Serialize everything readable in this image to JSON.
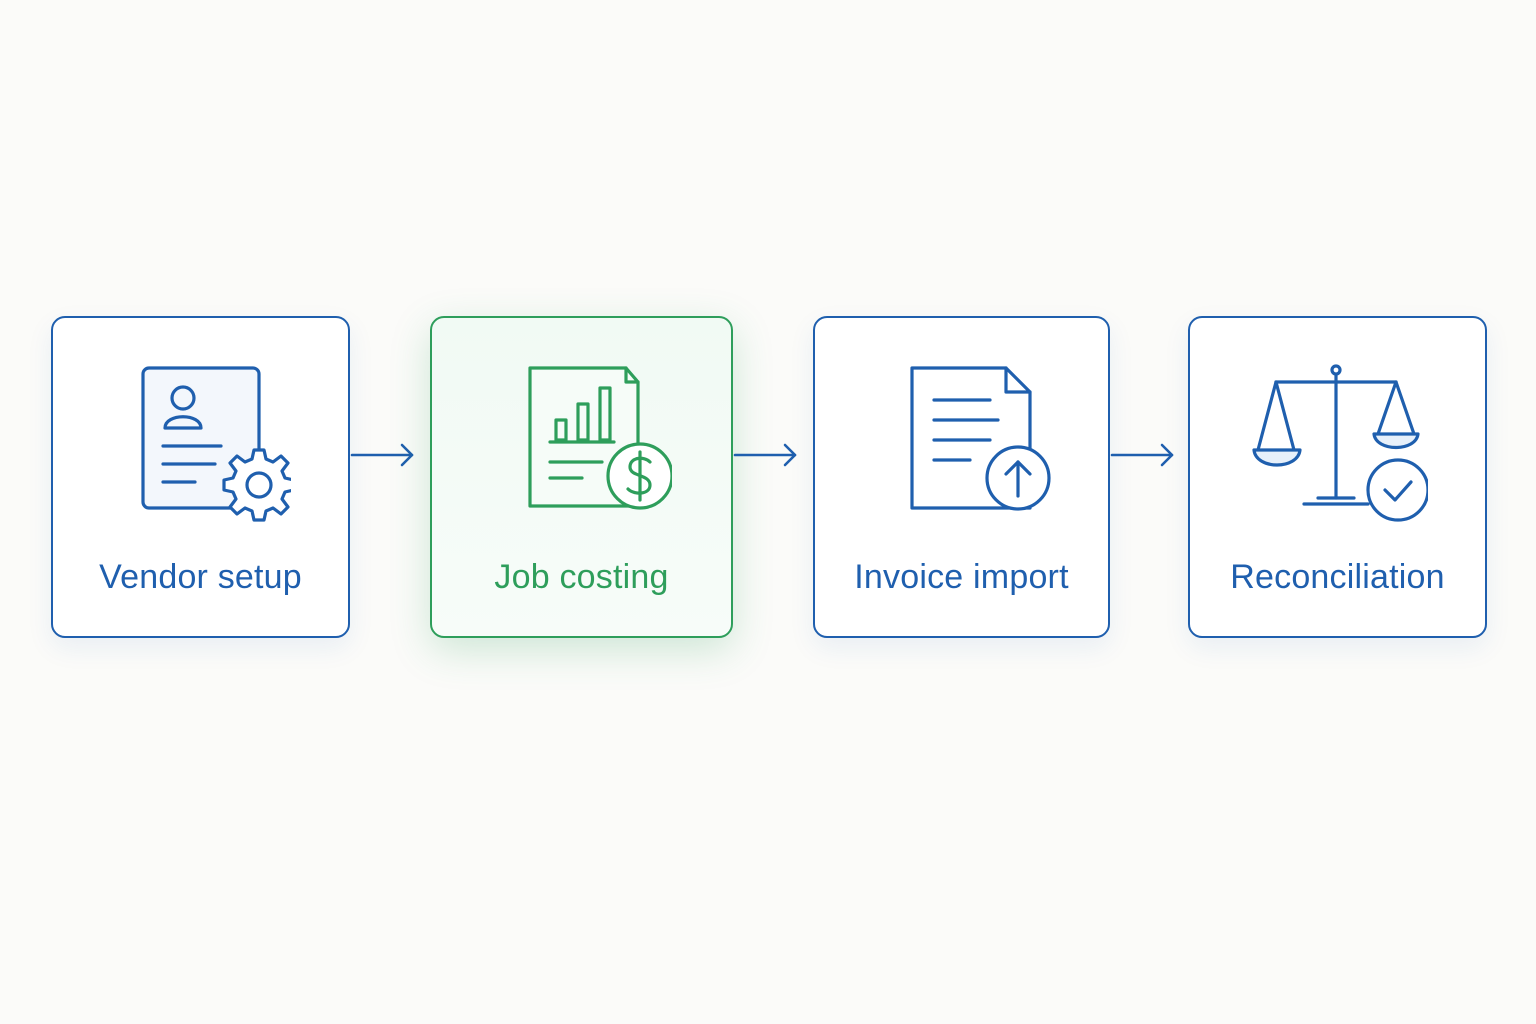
{
  "steps": [
    {
      "label": "Vendor setup",
      "icon": "vendor-profile-gear-icon",
      "active": false
    },
    {
      "label": "Job costing",
      "icon": "chart-dollar-document-icon",
      "active": true
    },
    {
      "label": "Invoice import",
      "icon": "document-upload-icon",
      "active": false
    },
    {
      "label": "Reconciliation",
      "icon": "balance-scale-check-icon",
      "active": false
    }
  ],
  "colors": {
    "primary": "#1f5fae",
    "active": "#2e9e5b",
    "background": "#fbfbf9"
  }
}
